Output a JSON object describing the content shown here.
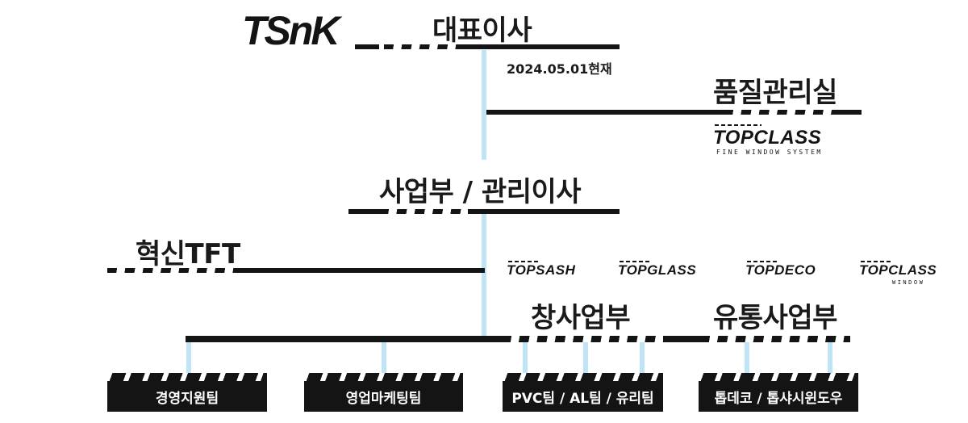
{
  "logo": {
    "text": "TSnK"
  },
  "ceo": {
    "title": "대표이사",
    "date": "2024.05.01현재"
  },
  "quality": {
    "title": "품질관리실",
    "brand": "TOPCLASS",
    "brand_sub": "FINE WINDOW SYSTEM"
  },
  "business_division": {
    "title": "사업부 / 관리이사"
  },
  "innovation": {
    "title": "혁신TFT"
  },
  "brands": [
    {
      "name": "TOPSASH",
      "sub": ""
    },
    {
      "name": "TOPGLASS",
      "sub": ""
    },
    {
      "name": "TOPDECO",
      "sub": ""
    },
    {
      "name": "TOPCLASS",
      "sub": "WINDOW"
    }
  ],
  "window_biz": {
    "title": "창사업부"
  },
  "distribution_biz": {
    "title": "유통사업부"
  },
  "teams": [
    {
      "label": "경영지원팀"
    },
    {
      "label": "영업마케팅팀"
    },
    {
      "label": "PVC팀 / AL팀 / 유리팀"
    },
    {
      "label": "톱데코 / 톱샤시윈도우"
    }
  ],
  "colors": {
    "line": "#141414",
    "connector": "#bfe4f5",
    "box_bg": "#141414",
    "box_text": "#ffffff"
  }
}
